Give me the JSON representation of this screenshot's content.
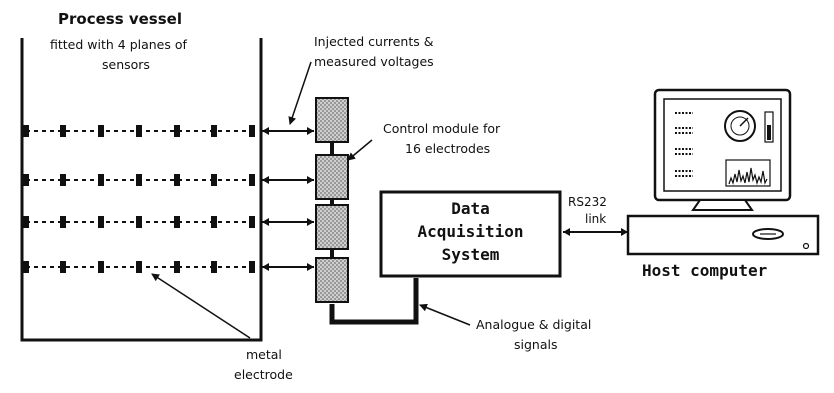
{
  "vessel": {
    "title": "Process vessel",
    "subtitle_line1": "fitted with 4 planes of",
    "subtitle_line2": "sensors"
  },
  "labels": {
    "injected_line1": "Injected currents &",
    "injected_line2": "measured voltages",
    "control_line1": "Control module for",
    "control_line2": "16 electrodes",
    "electrode_line1": "metal",
    "electrode_line2": "electrode",
    "signals_line1": "Analogue & digital",
    "signals_line2": "signals",
    "rs232_line1": "RS232",
    "rs232_line2": "link"
  },
  "das": {
    "line1": "Data",
    "line2": "Acquisition",
    "line3": "System"
  },
  "host": {
    "title": "Host computer"
  }
}
